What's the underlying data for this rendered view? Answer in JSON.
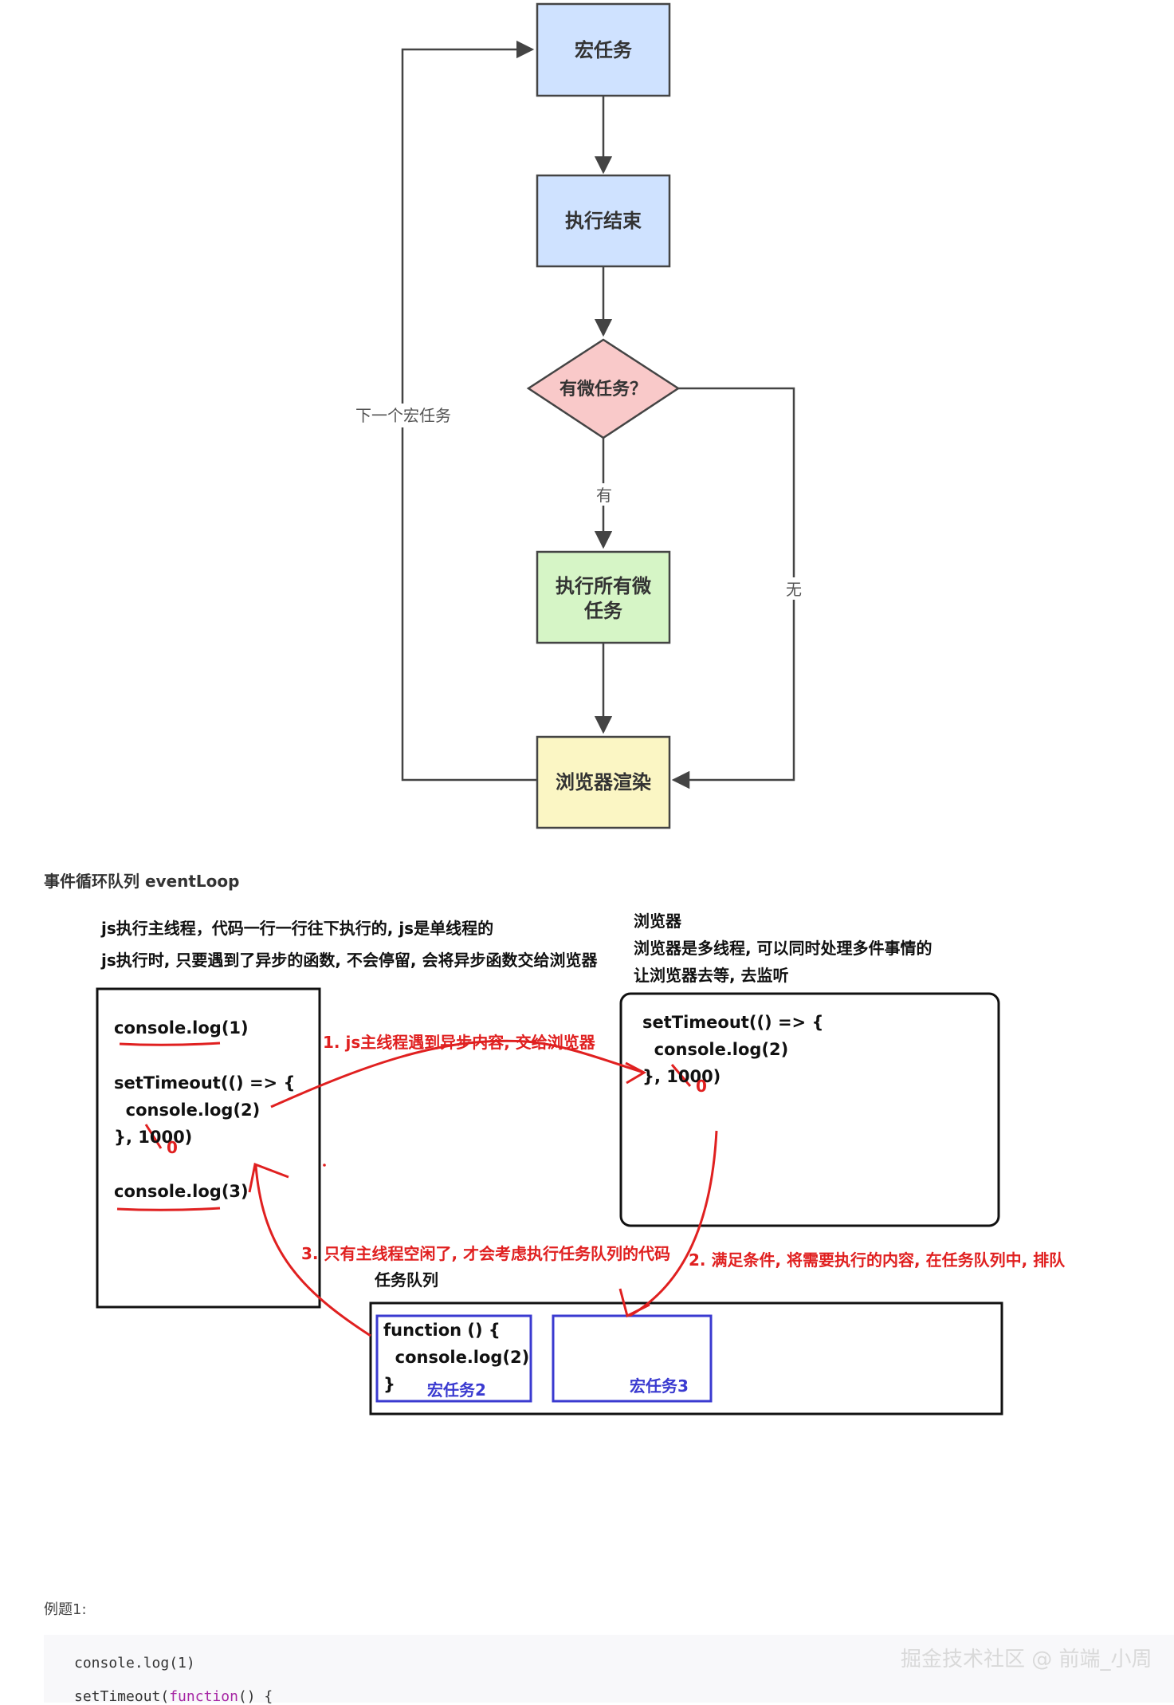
{
  "flowchart": {
    "nodes": [
      {
        "id": "macro",
        "label": "宏任务",
        "shape": "rect",
        "color": "#cfe2ff"
      },
      {
        "id": "end",
        "label": "执行结束",
        "shape": "rect",
        "color": "#cfe2ff"
      },
      {
        "id": "decision",
        "label": "有微任务？",
        "shape": "diamond",
        "color": "#f9c9c9"
      },
      {
        "id": "micro",
        "label_line1": "执行所有微",
        "label_line2": "任务",
        "shape": "rect",
        "color": "#d6f5c6"
      },
      {
        "id": "render",
        "label": "浏览器渲染",
        "shape": "rect",
        "color": "#fbf6c4"
      }
    ],
    "edge_labels": {
      "yes": "有",
      "no": "无",
      "next": "下一个宏任务"
    }
  },
  "section_title": "事件循环队列 eventLoop",
  "notes": {
    "main_line1": "js执行主线程，代码一行一行往下执行的, js是单线程的",
    "main_line2": "js执行时, 只要遇到了异步的函数, 不会停留, 会将异步函数交给浏览器",
    "browser_title": "浏览器",
    "browser_line1": "浏览器是多线程, 可以同时处理多件事情的",
    "browser_line2": "让浏览器去等, 去监听",
    "queue_title": "任务队列"
  },
  "main_code": {
    "log1": "console.log(1)",
    "set_line1": "setTimeout(() => {",
    "set_line2": "  console.log(2)",
    "set_line3": "}, 1000)",
    "log3": "console.log(3)",
    "correction": "0"
  },
  "browser_code": {
    "line1": "setTimeout(() => {",
    "line2": "  console.log(2)",
    "line3": "}, 1000)",
    "correction": "0"
  },
  "queue": {
    "task2_line1": "function () {",
    "task2_line2": "  console.log(2)",
    "task2_line3": "}",
    "task2_label": "宏任务2",
    "task3_label": "宏任务3"
  },
  "annotations": {
    "step1": "1. js主线程遇到异步内容, 交给浏览器",
    "step2": "2. 满足条件, 将需要执行的内容, 在任务队列中, 排队",
    "step3": "3. 只有主线程空闲了, 才会考虑执行任务队列的代码"
  },
  "example": {
    "label": "例题1:",
    "code_line1": "console.log(1)",
    "code_line2_fn": "setTimeout(",
    "code_line2_kw": "function",
    "code_line2_rest": "() {"
  },
  "watermark": "掘金技术社区 @ 前端_小周",
  "colors": {
    "annotation_red": "#e02020",
    "queue_blue": "#3a3ad0",
    "arrow_gray": "#444444"
  }
}
